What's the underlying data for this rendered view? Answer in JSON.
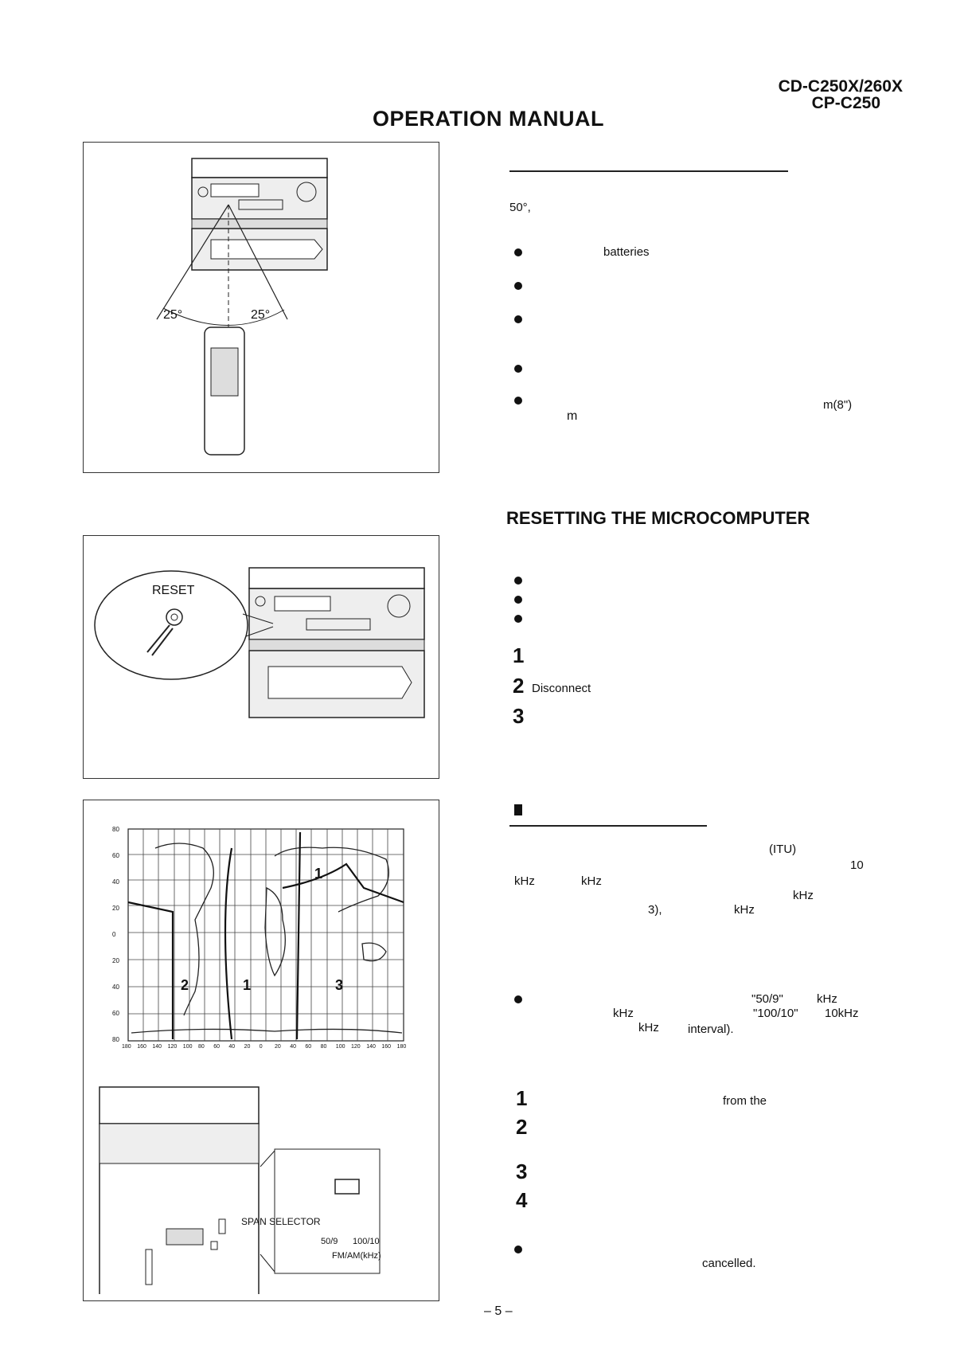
{
  "header": {
    "model_line1": "CD-C250X/260X",
    "model_line2": "CP-C250",
    "title": "OPERATION MANUAL"
  },
  "remote_section": {
    "angle_left": "25°",
    "angle_right": "25°",
    "angle_text": "50°,",
    "bullet_word_batteries": "batteries",
    "distance_text": "m(8\")",
    "unit_m": "m"
  },
  "reset_section": {
    "heading": "RESETTING THE MICROCOMPUTER",
    "reset_label": "RESET",
    "step_numbers": [
      "1",
      "2",
      "3"
    ],
    "step2_text": "Disconnect"
  },
  "span_section": {
    "itu_text": "(ITU)",
    "num_10": "10",
    "khz_a": "kHz",
    "khz_b": "kHz",
    "khz_c": "kHz",
    "paren_3": "3),",
    "khz_d": "kHz",
    "q_50_9": "\"50/9\"",
    "khz_e": "kHz",
    "khz_f": "kHz",
    "q_100_10": "\"100/10\"",
    "khz_10": "10kHz",
    "khz_g": "kHz",
    "interval": "interval).",
    "step_numbers": [
      "1",
      "2",
      "3",
      "4"
    ],
    "step1_text": "from the",
    "cancelled": "cancelled.",
    "span_selector": "SPAN SELECTOR",
    "pos_50_9": "50/9",
    "pos_100_10": "100/10",
    "fm_am": "FM/AM(kHz)",
    "map_zones": [
      "1",
      "2",
      "3"
    ],
    "map_lat_labels": [
      "80",
      "60",
      "40",
      "20",
      "0",
      "20",
      "40",
      "60",
      "80"
    ],
    "map_lon_labels": [
      "180",
      "160",
      "140",
      "120",
      "100",
      "80",
      "60",
      "40",
      "20",
      "0",
      "20",
      "40",
      "60",
      "80",
      "100",
      "120",
      "140",
      "160",
      "180"
    ]
  },
  "footer": {
    "page": "– 5 –"
  }
}
